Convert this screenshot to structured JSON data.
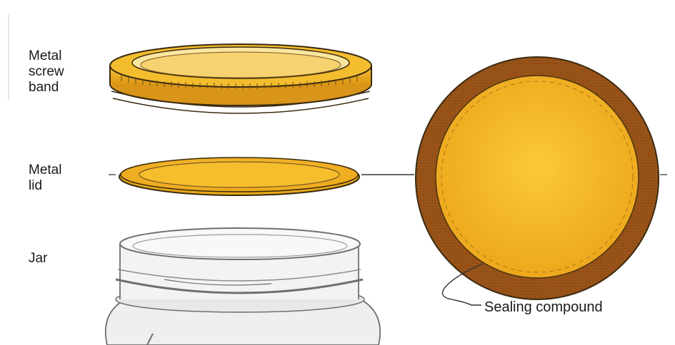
{
  "labels": {
    "band": "Metal\nscrew\nband",
    "lid": "Metal\nlid",
    "jar": "Jar",
    "sealing": "Sealing compound"
  },
  "colors": {
    "gold": "#f2b21d",
    "gold_light": "#f9cf4a",
    "gold_dark": "#c88a10",
    "outline": "#3a2a10",
    "compound": "#8a4a1c",
    "glass": "#eef0ee",
    "glass_line": "#6e7070"
  }
}
